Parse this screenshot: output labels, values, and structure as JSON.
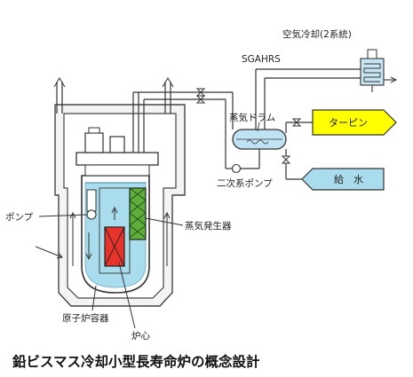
{
  "labels": {
    "air_cooling": "空気冷却(2系統)",
    "sgahrs": "SGAHRS",
    "steam_drum": "蒸気ドラム",
    "turbine": "ターピン",
    "feedwater": "給　水",
    "secondary_pump": "二次系ポンプ",
    "pump": "ポンプ",
    "steam_generator": "蒸気発生器",
    "reactor_vessel": "原子炉容器",
    "core": "炉心"
  },
  "caption": "鉛ビスマス冷却小型長寿命炉の概念設計",
  "colors": {
    "coolant": "#a9dcec",
    "core": "#e8332a",
    "steam_generator": "#5fae3c",
    "turbine_fill": "#ffff00",
    "feedwater_fill": "#a9dcec",
    "drum_fill": "#bfe3f2",
    "lines": "#333333"
  }
}
